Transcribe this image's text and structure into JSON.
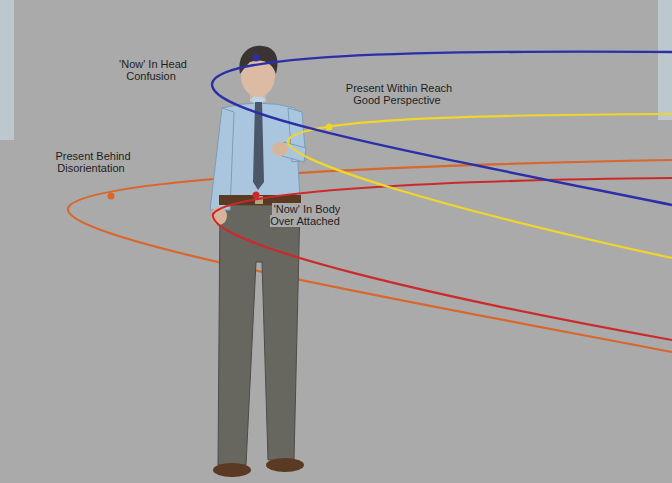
{
  "diagram": {
    "labels": [
      "'Now' In Head Confusion",
      "Present Within Reach Good Perspective",
      "Present Behind Disorientation",
      "'Now' In Body Over Attached"
    ]
  }
}
